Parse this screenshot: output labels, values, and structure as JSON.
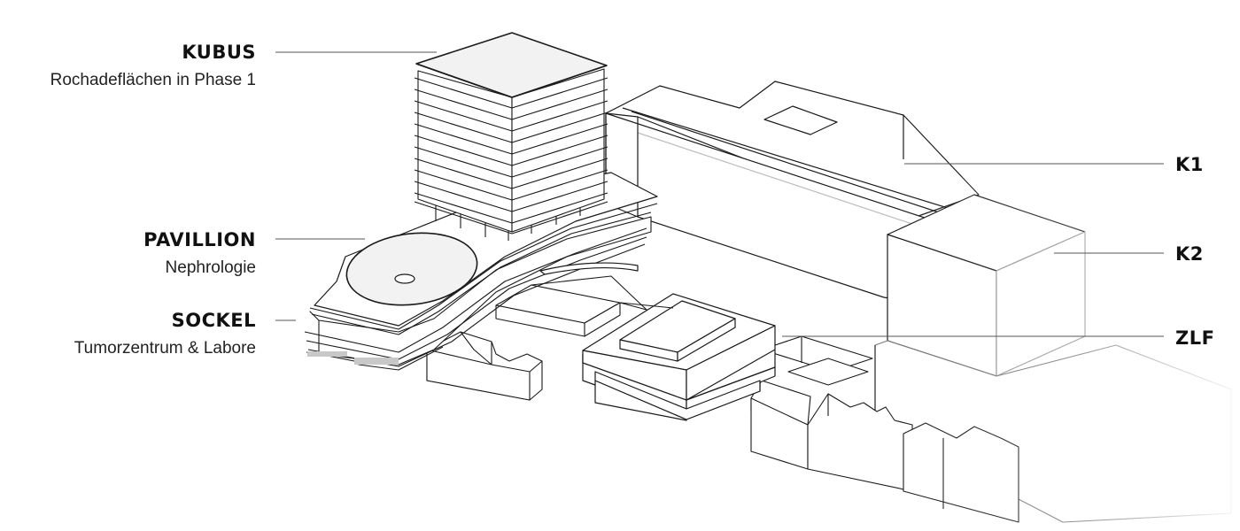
{
  "labels": {
    "kubus": {
      "title": "KUBUS",
      "subtitle": "Rochadeflächen in Phase 1"
    },
    "pavillion": {
      "title": "PAVILLION",
      "subtitle": "Nephrologie"
    },
    "sockel": {
      "title": "SOCKEL",
      "subtitle": "Tumorzentrum & Labore"
    },
    "k1": {
      "title": "K1"
    },
    "k2": {
      "title": "K2"
    },
    "zlf": {
      "title": "ZLF"
    }
  },
  "colors": {
    "line": "#1a1a1a",
    "fill": "#ffffff",
    "roof": "#f2f2f2",
    "faded": "#cfcfcf"
  }
}
